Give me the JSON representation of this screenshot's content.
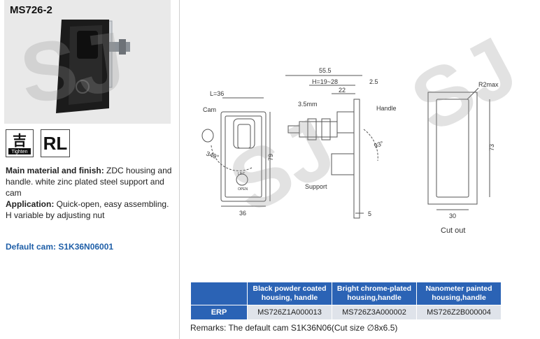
{
  "product": {
    "model": "MS726-2",
    "badge_tighten_text": "Tighten",
    "badge_rl": "RL"
  },
  "description": {
    "material_label": "Main material and finish:",
    "material_text": " ZDC housing and handle. white zinc plated steel support and cam",
    "application_label": "Application:",
    "application_text": " Quick-open, easy assembling. H variable by adjusting nut",
    "default_cam": "Default cam: S1K36N06001"
  },
  "drawing": {
    "dim_l36": "L=36",
    "dim_cam": "Cam",
    "dim_angle_left": "340°",
    "dim_79": "79",
    "dim_36_bottom": "36",
    "lift_label": "LIFT",
    "open_label": "OPEN",
    "dim_55_5": "55.5",
    "dim_h": "H=19~28",
    "dim_2_5": "2.5",
    "dim_22": "22",
    "dim_3_5mm": "3.5mm",
    "handle_label": "Handle",
    "dim_angle_right": "93°",
    "support_label": "Support",
    "dim_5": "5",
    "r2max": "R2max",
    "dim_73": "73",
    "dim_30": "30",
    "cutout_label": "Cut out"
  },
  "watermark": "SJ",
  "table": {
    "headers": [
      "",
      "Black powder coated housing, handle",
      "Bright chrome-plated housing,handle",
      "Nanometer painted housing,handle"
    ],
    "row_label": "ERP",
    "values": [
      "MS726Z1A000013",
      "MS726Z3A000002",
      "MS726Z2B000004"
    ]
  },
  "remarks": "Remarks: The default cam S1K36N06(Cut size ∅8x6.5)",
  "colors": {
    "table_header": "#2b63b5",
    "table_cell": "#dfe3ea",
    "default_cam_text": "#1f5fa8"
  }
}
